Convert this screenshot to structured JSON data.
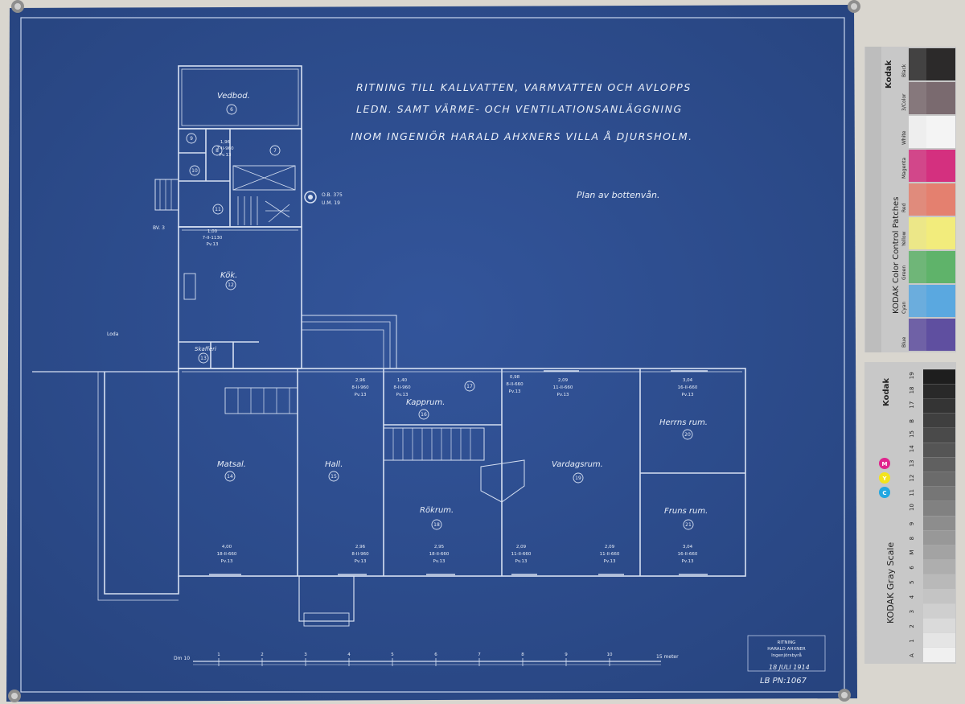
{
  "title_lines": [
    "RITNING TILL KALLVATTEN, VARMVATTEN OCH AVLOPPS",
    "LEDN. SAMT VÄRME- OCH VENTILATIONSANLÄGGNING",
    "INOM INGENIÖR HARALD AHXNERS VILLA Å DJURSHOLM."
  ],
  "subtitle": "Plan av bottenvån.",
  "rooms": [
    {
      "name": "Vedbod.",
      "num": "6"
    },
    {
      "name": "Kök.",
      "num": "12"
    },
    {
      "name": "Skafferi",
      "num": "13"
    },
    {
      "name": "Matsal.",
      "num": "14"
    },
    {
      "name": "Hall.",
      "num": "15"
    },
    {
      "name": "Kapprum.",
      "num": "16"
    },
    {
      "name": "Rökrum.",
      "num": "18"
    },
    {
      "name": "Vardagsrum.",
      "num": "19"
    },
    {
      "name": "Herrns rum.",
      "num": "20"
    },
    {
      "name": "Fruns rum.",
      "num": "21"
    }
  ],
  "small_nums": [
    "9",
    "10",
    "8",
    "7",
    "11",
    "17"
  ],
  "radiators": [
    {
      "l1": "4,00",
      "l2": "18-II-660",
      "l3": "Pv.13"
    },
    {
      "l1": "2,96",
      "l2": "8-II-960",
      "l3": "Pv.13"
    },
    {
      "l1": "2,95",
      "l2": "18-II-660",
      "l3": "Pv.13"
    },
    {
      "l1": "2,09",
      "l2": "11-II-660",
      "l3": "Pv.13"
    },
    {
      "l1": "2,09",
      "l2": "11-II-660",
      "l3": "Pv.13"
    },
    {
      "l1": "3,04",
      "l2": "16-II-660",
      "l3": "Pv.13"
    },
    {
      "l1": "3,04",
      "l2": "16-II-660",
      "l3": "Pv.13"
    },
    {
      "l1": "1,96",
      "l2": "7-II-960",
      "l3": "Pv.13"
    },
    {
      "l1": "1,00",
      "l2": "7-II-1130",
      "l3": "Pv.13"
    },
    {
      "l1": "2,96",
      "l2": "8-II-960",
      "l3": "Pv.13"
    },
    {
      "l1": "1,40",
      "l2": "8-II-960",
      "l3": "Pv.13"
    },
    {
      "l1": "2,09",
      "l2": "11-II-660",
      "l3": "Pv.13"
    },
    {
      "l1": "0,98",
      "l2": "8-II-660",
      "l3": "Pv.13"
    }
  ],
  "scale": {
    "left": "Dm 10",
    "right": "15 meter",
    "ticks": [
      "1",
      "2",
      "3",
      "4",
      "5",
      "6",
      "7",
      "8",
      "9",
      "10"
    ]
  },
  "stamp": {
    "l1": "RITNING",
    "l2": "HARALD AHXNER",
    "l3": "Ingenjörsbyrå",
    "date": "18 JULI 1914"
  },
  "drawing_no": "LB PN:1067",
  "other_labels": {
    "ob": "O.B. 375",
    "um": "U.M. 19",
    "bv": "BV. 3",
    "loda": "Loda"
  },
  "kodak_color": {
    "brand": "Kodak",
    "label": "KODAK Color Control Patches",
    "patch_names": [
      "Blue",
      "Cyan",
      "Green",
      "Yellow",
      "Red",
      "Magenta",
      "White",
      "3/Color",
      "Black"
    ],
    "patch_colors": [
      "#5f4fa0",
      "#5aa8e0",
      "#5fb36a",
      "#f2ec7c",
      "#e4806f",
      "#d4307f",
      "#f4f4f4",
      "#7a6a6f",
      "#2c2a2a"
    ]
  },
  "kodak_gray": {
    "brand": "Kodak",
    "label": "KODAK Gray Scale",
    "cym": [
      "C",
      "Y",
      "M"
    ],
    "cym_colors": [
      "#23a7e1",
      "#f3e41c",
      "#e0248d"
    ],
    "steps": [
      "A",
      "1",
      "2",
      "3",
      "4",
      "5",
      "6",
      "M",
      "8",
      "9",
      "10",
      "11",
      "12",
      "13",
      "14",
      "15",
      "B",
      "17",
      "18",
      "19"
    ]
  },
  "colors": {
    "paper": "#2f4f93",
    "line": "#d6e0f2",
    "card": "#c9c9c9"
  }
}
